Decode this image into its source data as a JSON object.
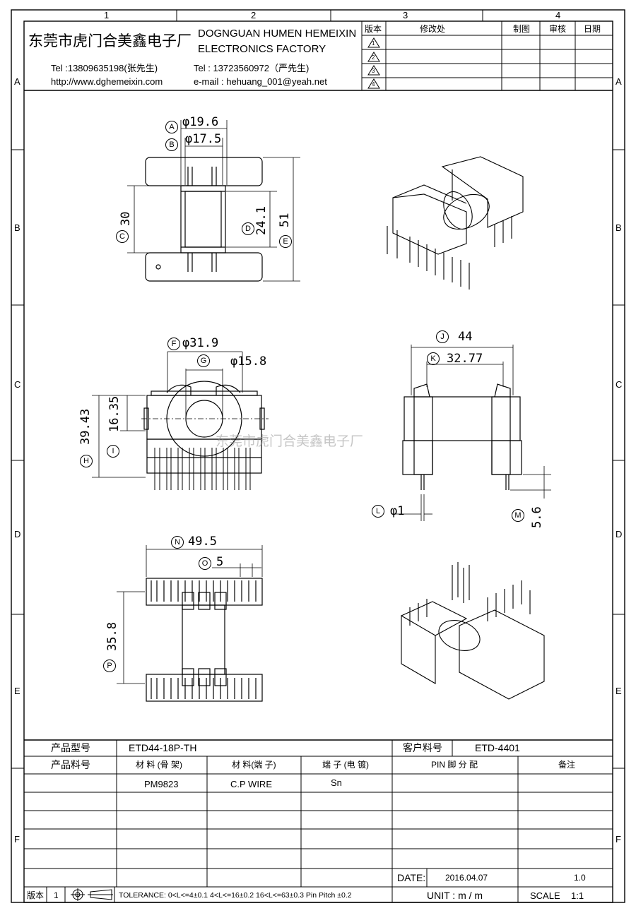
{
  "grid": {
    "cols": [
      "1",
      "2",
      "3",
      "4"
    ],
    "rows": [
      "A",
      "B",
      "C",
      "D",
      "E",
      "F"
    ]
  },
  "header": {
    "company_cn": "东莞市虎门合美鑫电子厂",
    "company_en_1": "DOGNGUAN HUMEN HEMEIXIN",
    "company_en_2": "ELECTRONICS FACTORY",
    "tel1": "Tel :13809635198(张先生)",
    "website": "http://www.dghemeixin.com",
    "tel2": "Tel : 13723560972（严先生)",
    "email": "e-mail : hehuang_001@yeah.net"
  },
  "revision_table": {
    "headers": [
      "版本",
      "修改处",
      "制图",
      "审核",
      "日期"
    ],
    "rows": [
      "1",
      "2",
      "3",
      "4"
    ]
  },
  "dimensions": {
    "A": {
      "tag": "A",
      "value": "φ19.6"
    },
    "B": {
      "tag": "B",
      "value": "φ17.5"
    },
    "C": {
      "tag": "C",
      "value": "30"
    },
    "D": {
      "tag": "D",
      "value": "24.1"
    },
    "E": {
      "tag": "E",
      "value": "51"
    },
    "F": {
      "tag": "F",
      "value": "φ31.9"
    },
    "G": {
      "tag": "G",
      "value": "φ15.8"
    },
    "H": {
      "tag": "H",
      "value": "39.43"
    },
    "I": {
      "tag": "I",
      "value": "16.35"
    },
    "J": {
      "tag": "J",
      "value": "44"
    },
    "K": {
      "tag": "K",
      "value": "32.77"
    },
    "L": {
      "tag": "L",
      "value": "φ1"
    },
    "M": {
      "tag": "M",
      "value": "5.6"
    },
    "N": {
      "tag": "N",
      "value": "49.5"
    },
    "O": {
      "tag": "O",
      "value": "5"
    },
    "P": {
      "tag": "P",
      "value": "35.8"
    }
  },
  "watermark": "东莞市虎门合美鑫电子厂",
  "title_block": {
    "model_label": "产品型号",
    "model_value": "ETD44-18P-TH",
    "customer_pn_label": "客户料号",
    "customer_pn_value": "ETD-4401",
    "part_no_label": "产品料号",
    "material_bobbin_label": "材 料 (骨 架)",
    "material_pin_label": "材 料(端 子)",
    "plating_label": "端 子 (电 镀)",
    "pin_label": "PIN 脚 分 配",
    "remark_label": "备注",
    "material_bobbin": "PM9823",
    "material_pin": "C.P WIRE",
    "plating": "Sn",
    "date_label": "DATE:",
    "date_value": "2016.04.07",
    "version_label": "版本",
    "version_value": "1",
    "tolerance": "TOLERANCE:  0<L<=4±0.1  4<L<=16±0.2  16<L<=63±0.3  Pin Pitch  ±0.2",
    "unit": "UNIT  :  m / m",
    "scale_label": "SCALE",
    "scale_value": "1:1",
    "ver_box": "1.0"
  }
}
